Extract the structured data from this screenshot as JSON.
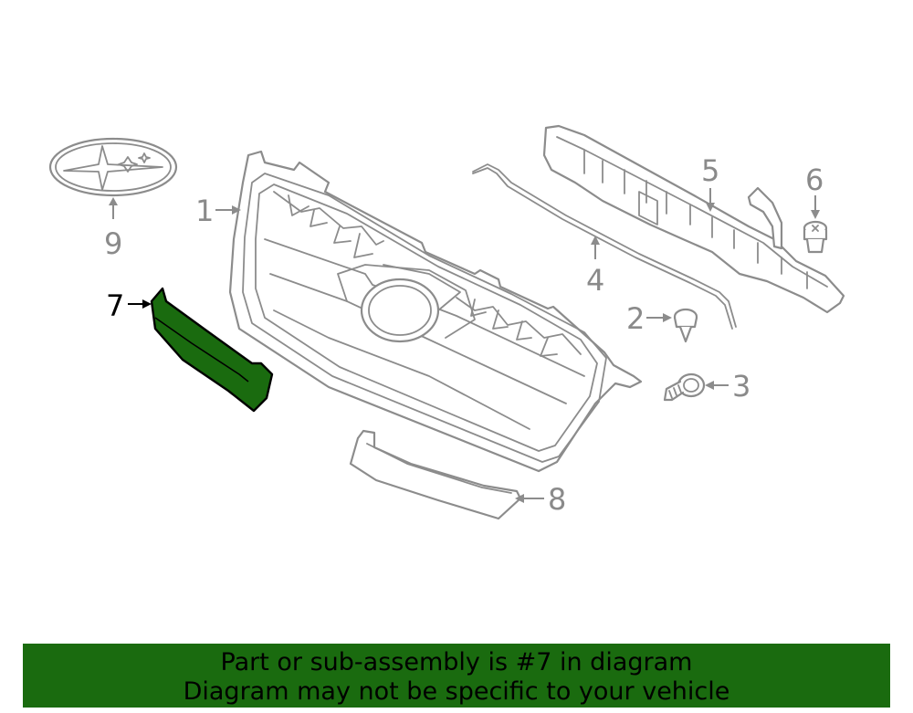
{
  "diagram": {
    "callouts": [
      {
        "id": "1",
        "label": "1"
      },
      {
        "id": "2",
        "label": "2"
      },
      {
        "id": "3",
        "label": "3"
      },
      {
        "id": "4",
        "label": "4"
      },
      {
        "id": "5",
        "label": "5"
      },
      {
        "id": "6",
        "label": "6"
      },
      {
        "id": "7",
        "label": "7"
      },
      {
        "id": "8",
        "label": "8"
      },
      {
        "id": "9",
        "label": "9"
      }
    ],
    "highlighted_part": "7",
    "highlight_color": "#1a6b0f",
    "line_color": "#8c8c8c"
  },
  "banner": {
    "line1": "Part or sub-assembly is #7 in diagram",
    "line2": "Diagram may not be specific to your vehicle",
    "background_color": "#1a6b0f"
  }
}
